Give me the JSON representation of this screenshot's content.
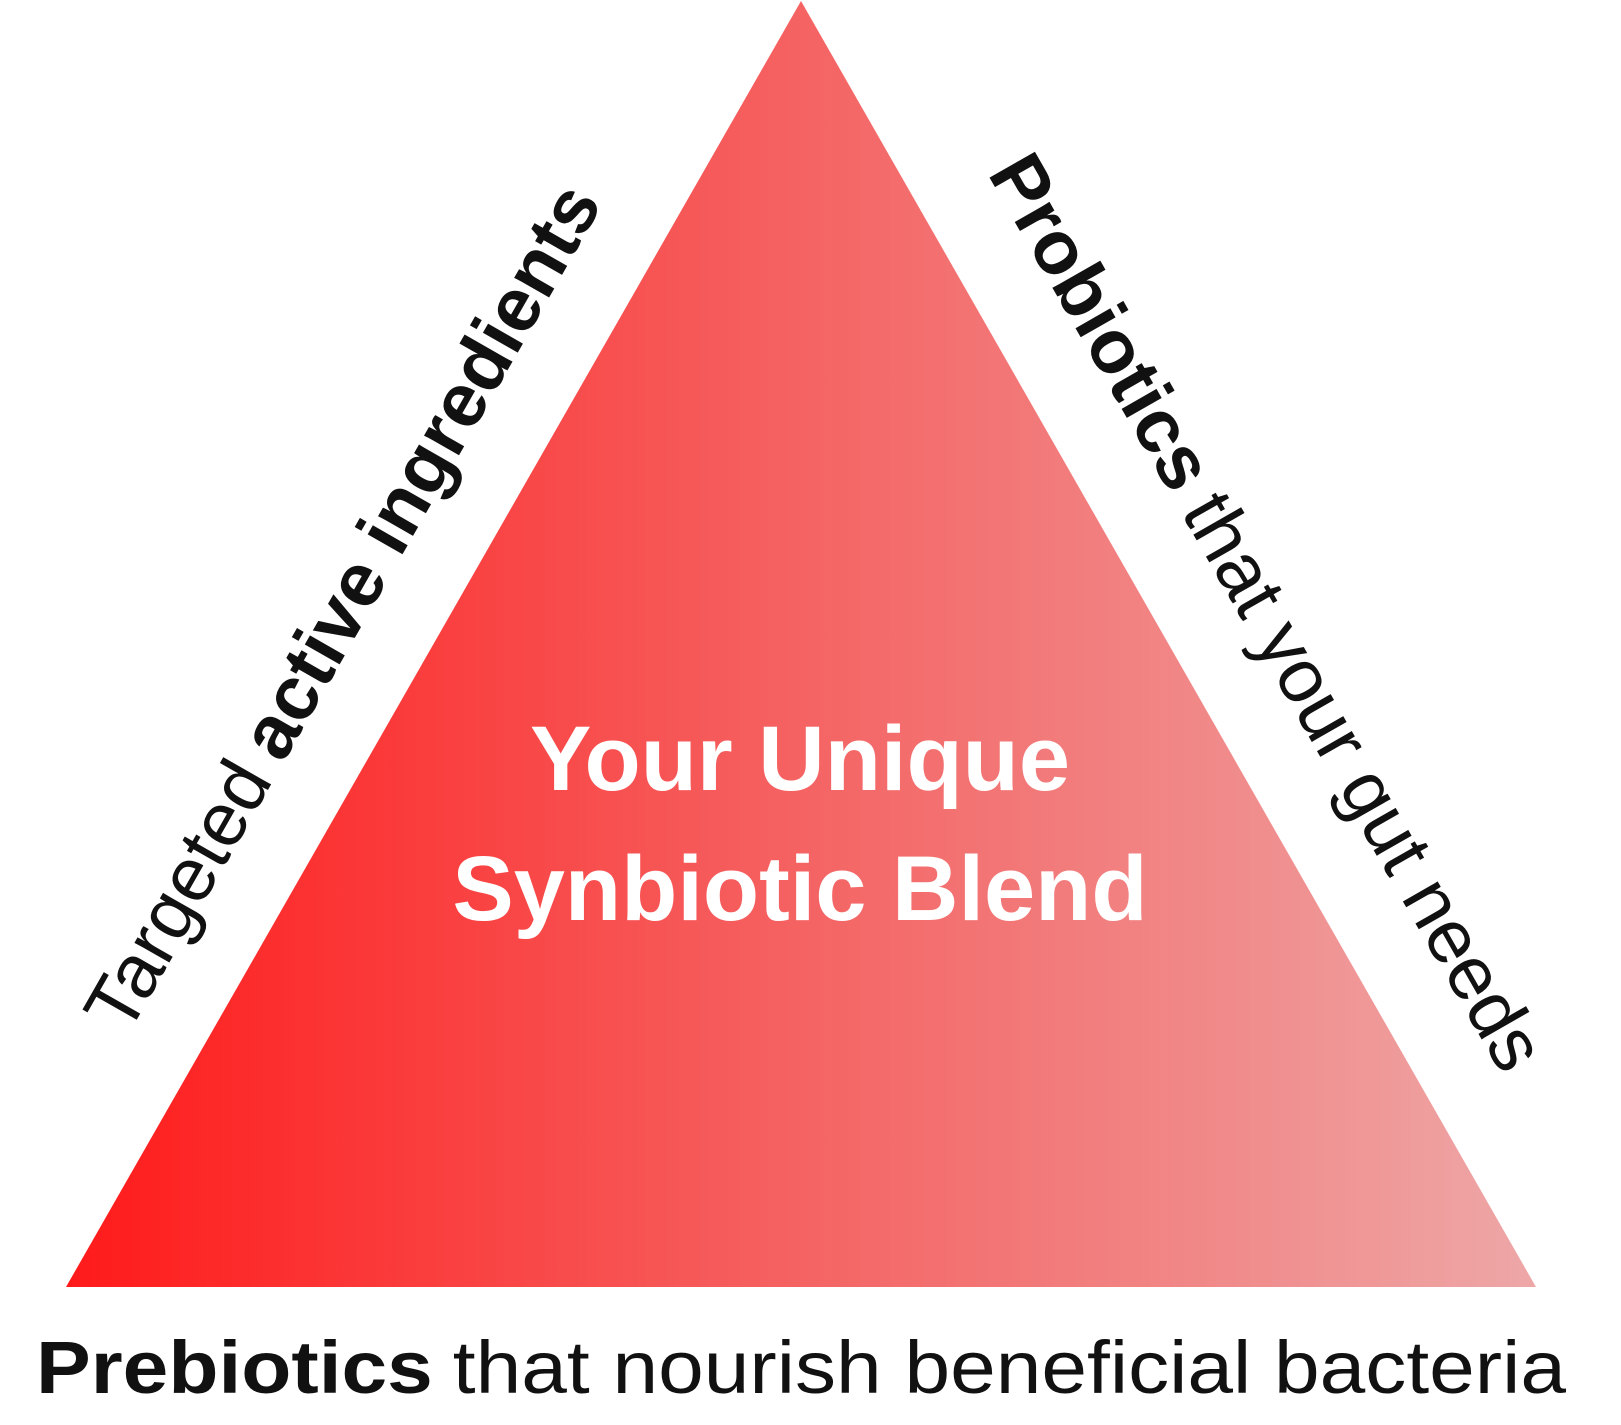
{
  "colors": {
    "triangle_gradient_start": "#ff1a1a",
    "triangle_gradient_mid": "#f46a6a",
    "triangle_gradient_end": "#eea7a7",
    "center_text": "#ffffff",
    "label_text": "#111111"
  },
  "center": {
    "line1": "Your Unique",
    "line2": "Synbiotic Blend"
  },
  "left_side": {
    "light": "Targeted",
    "bold": "active ingredients"
  },
  "right_side": {
    "bold": "Probiotics",
    "light": "that your gut needs"
  },
  "bottom": {
    "bold": "Prebiotics",
    "light": "that nourish beneficial bacteria"
  }
}
